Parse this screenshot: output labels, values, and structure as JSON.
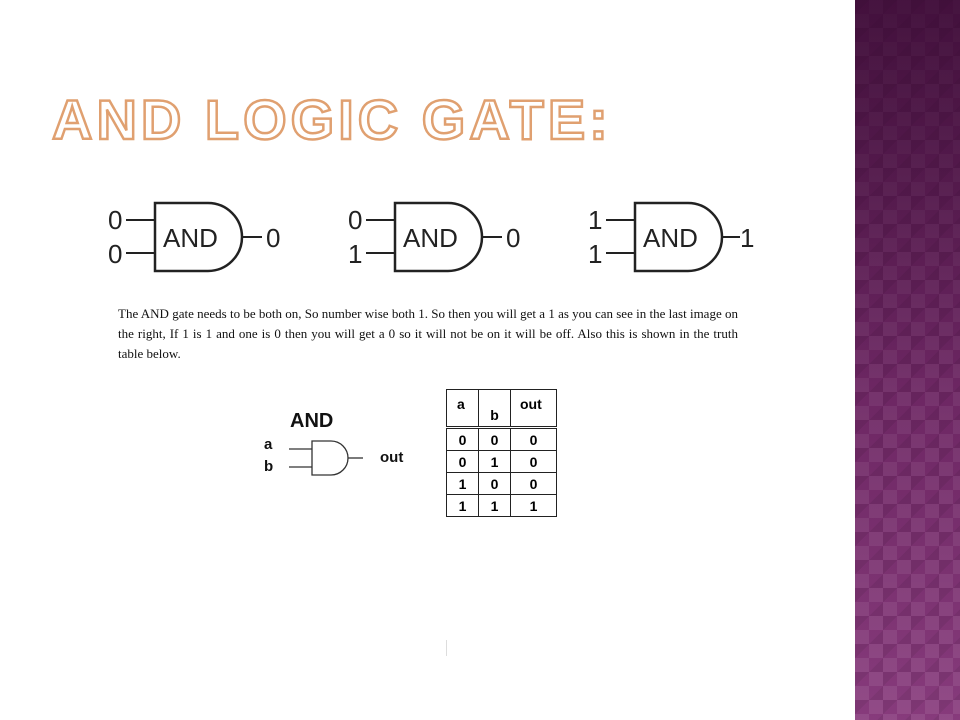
{
  "slide": {
    "title": "AND LOGIC GATE:",
    "description": "The AND gate needs to be both on, So number wise both 1. So then you will get a 1 as you can see in the last image on the right, If 1 is 1 and one is 0 then you will get a 0 so it will not be on it will be off. Also this is shown in the truth table below."
  },
  "gate_examples": [
    {
      "in1": "0",
      "in2": "0",
      "label": "AND",
      "out": "0"
    },
    {
      "in1": "0",
      "in2": "1",
      "label": "AND",
      "out": "0"
    },
    {
      "in1": "1",
      "in2": "1",
      "label": "AND",
      "out": "1"
    }
  ],
  "and_symbol": {
    "title": "AND",
    "input_a": "a",
    "input_b": "b",
    "output": "out"
  },
  "truth_table": {
    "headers": [
      "a",
      "b",
      "out"
    ],
    "rows": [
      [
        "0",
        "0",
        "0"
      ],
      [
        "0",
        "1",
        "0"
      ],
      [
        "1",
        "0",
        "0"
      ],
      [
        "1",
        "1",
        "1"
      ]
    ]
  },
  "colors": {
    "title_outline": "#e0a070",
    "sidebar": "#7a2e6e"
  }
}
